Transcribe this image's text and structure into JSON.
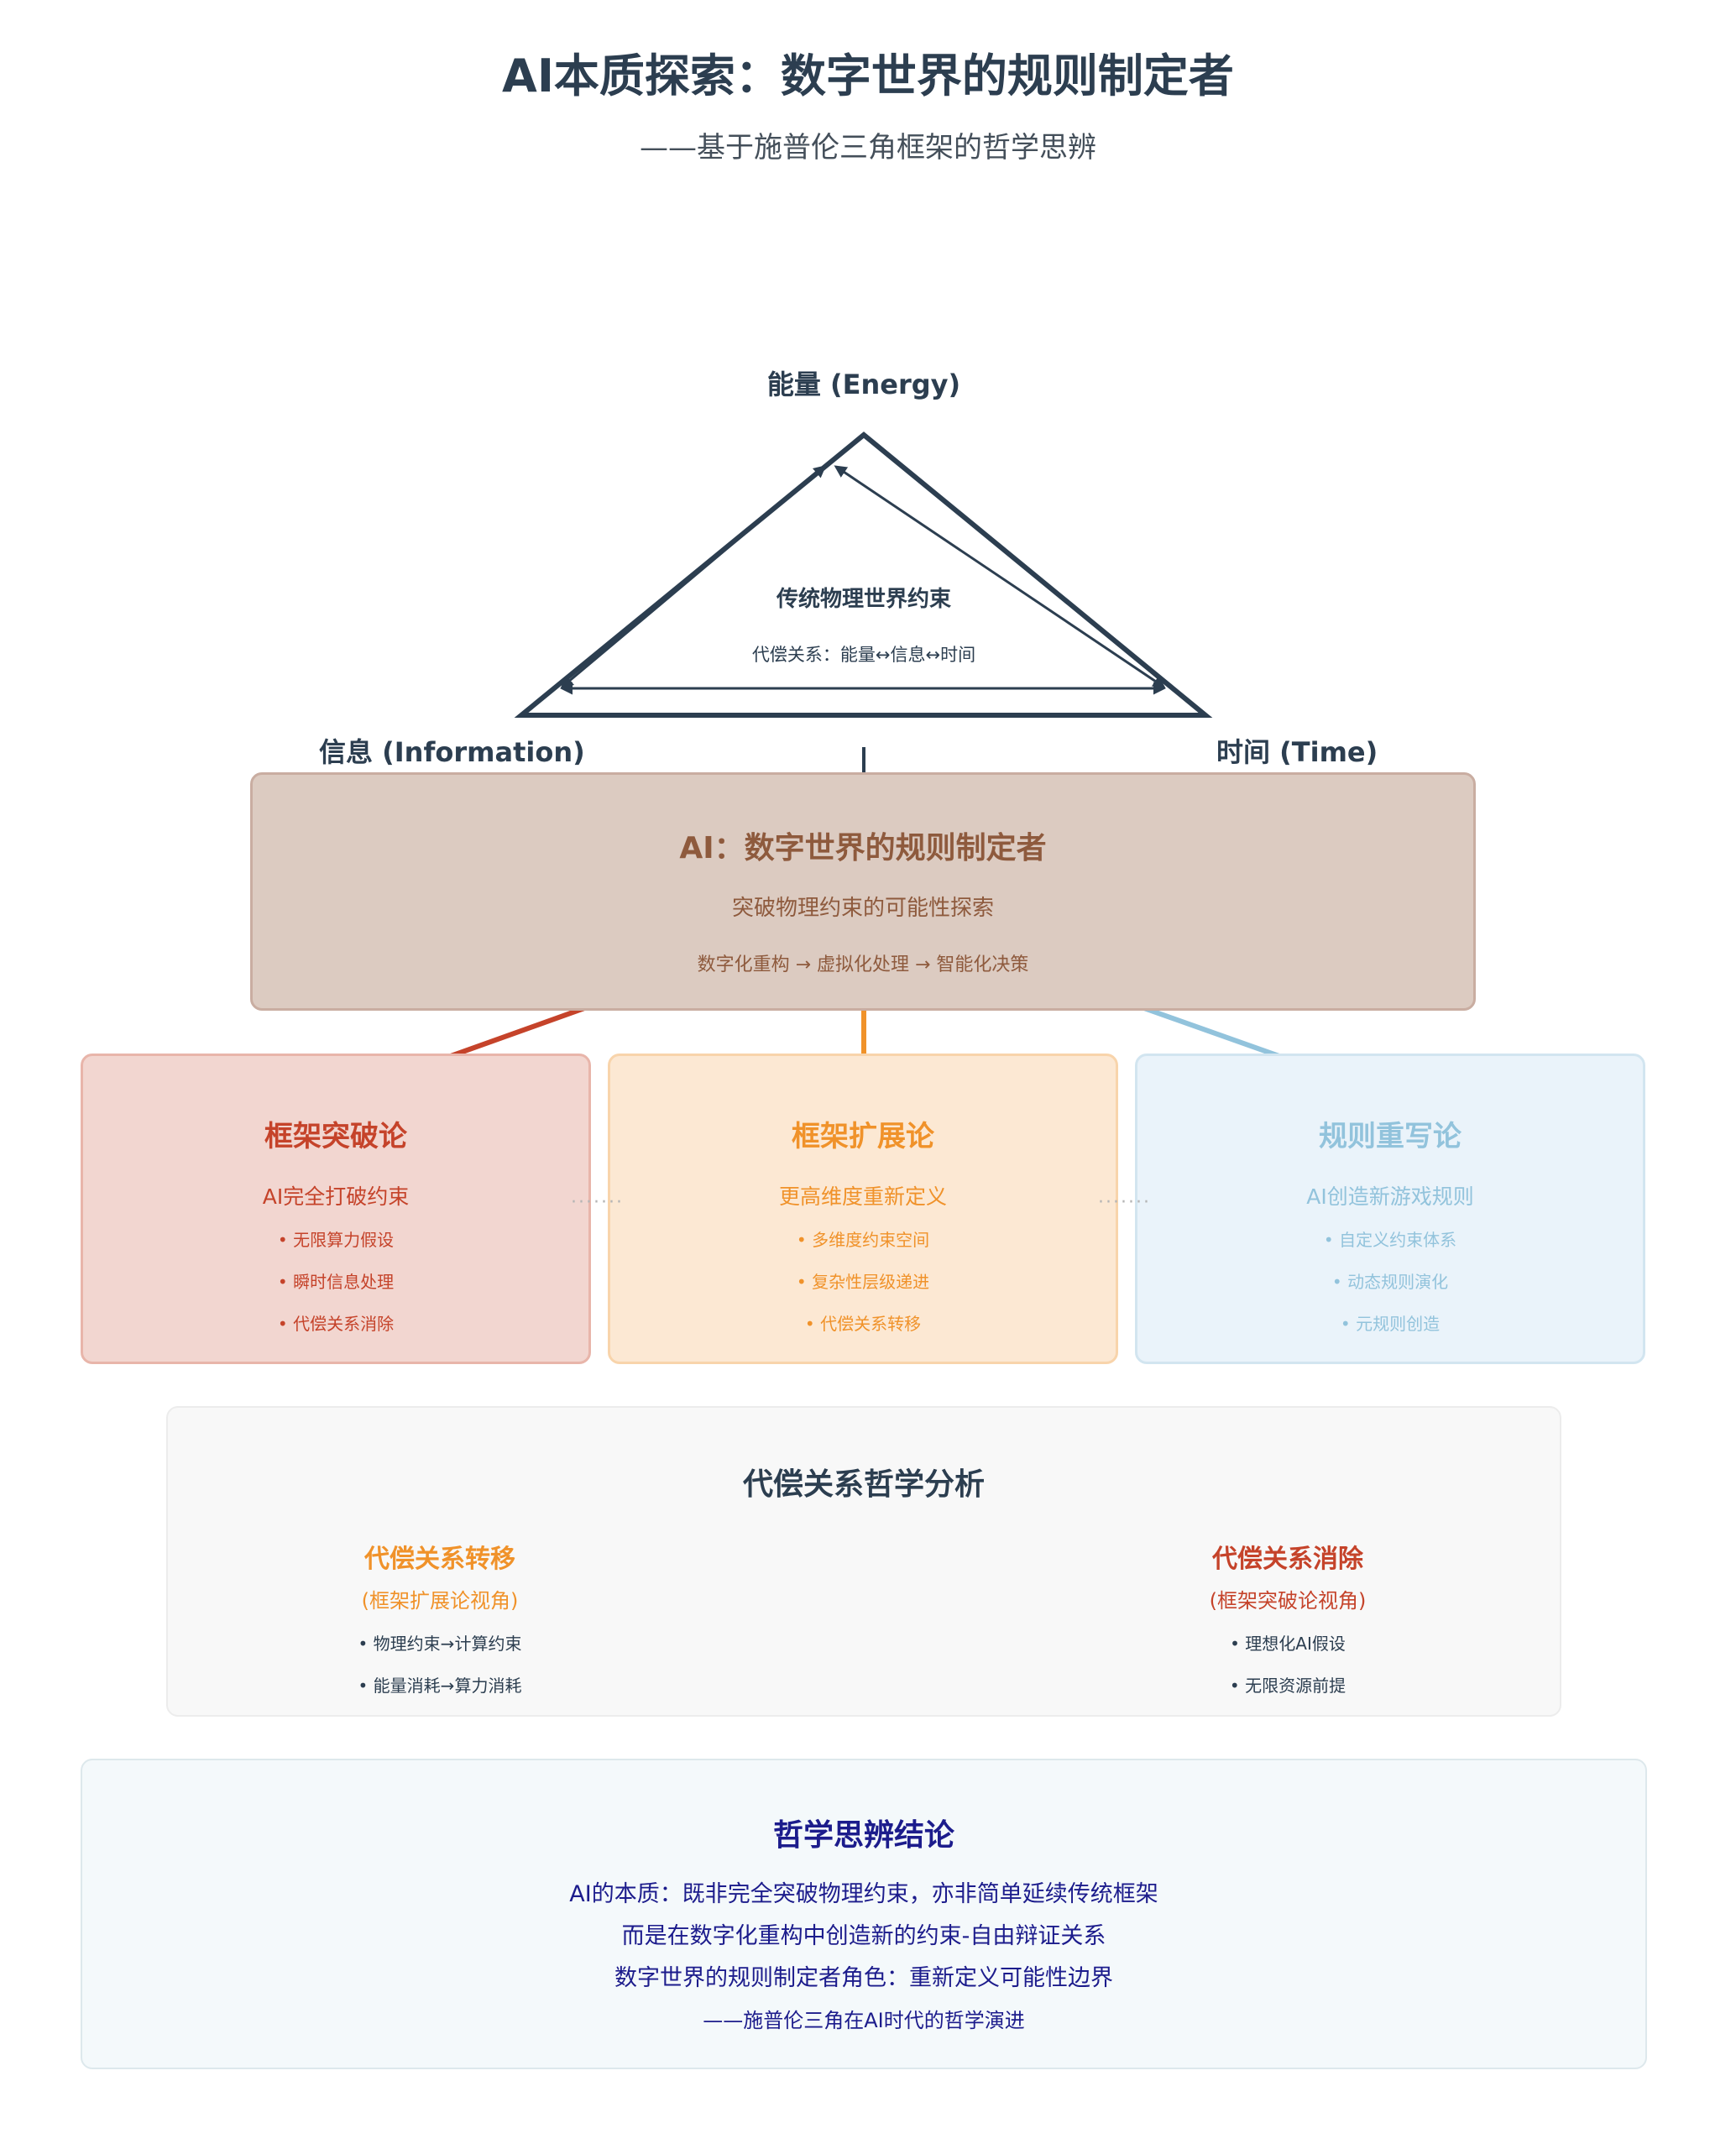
{
  "header": {
    "title": "AI本质探索：数字世界的规则制定者",
    "subtitle": "——基于施普伦三角框架的哲学思辨"
  },
  "triangle": {
    "energy_label": "能量 (Energy)",
    "information_label": "信息 (Information)",
    "time_label": "时间 (Time)",
    "inner_title": "传统物理世界约束",
    "inner_sub": "代偿关系：能量↔信息↔时间"
  },
  "ai_box": {
    "title": "AI：数字世界的规则制定者",
    "subtitle": "突破物理约束的可能性探索",
    "flow": "数字化重构 → 虚拟化处理 → 智能化决策"
  },
  "theories": [
    {
      "title": "框架突破论",
      "subtitle": "AI完全打破约束",
      "items": [
        "• 无限算力假设",
        "• 瞬时信息处理",
        "• 代偿关系消除"
      ],
      "color": "#c5432a"
    },
    {
      "title": "框架扩展论",
      "subtitle": "更高维度重新定义",
      "items": [
        "• 多维度约束空间",
        "• 复杂性层级递进",
        "• 代偿关系转移"
      ],
      "color": "#f0922a"
    },
    {
      "title": "规则重写论",
      "subtitle": "AI创造新游戏规则",
      "items": [
        "• 自定义约束体系",
        "• 动态规则演化",
        "• 元规则创造"
      ],
      "color": "#92c3dc"
    }
  ],
  "connector_dots": "·······",
  "analysis": {
    "title": "代偿关系哲学分析",
    "left": {
      "title": "代偿关系转移",
      "subtitle": "(框架扩展论视角)",
      "items": [
        "• 物理约束→计算约束",
        "• 能量消耗→算力消耗"
      ],
      "color": "#f0922a"
    },
    "right": {
      "title": "代偿关系消除",
      "subtitle": "(框架突破论视角)",
      "items": [
        "• 理想化AI假设",
        "• 无限资源前提"
      ],
      "color": "#c5432a"
    }
  },
  "conclusion": {
    "title": "哲学思辨结论",
    "lines": [
      "AI的本质：既非完全突破物理约束，亦非简单延续传统框架",
      "而是在数字化重构中创造新的约束-自由辩证关系",
      "数字世界的规则制定者角色：重新定义可能性边界"
    ],
    "signature": "——施普伦三角在AI时代的哲学演进"
  },
  "colors": {
    "dark": "#2c3e50",
    "red": "#c5432a",
    "orange": "#f0922a",
    "blue": "#92c3dc",
    "brown": "#8e5a3d",
    "navy": "#1c1c8c"
  }
}
